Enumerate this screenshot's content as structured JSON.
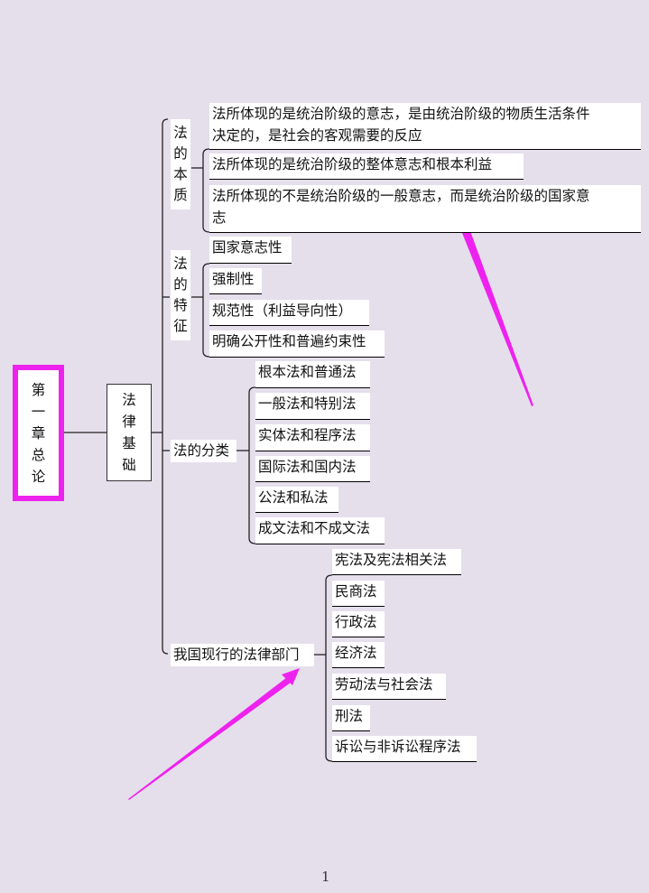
{
  "root": {
    "chars": [
      "第",
      "一",
      "章",
      "总",
      "论"
    ],
    "label": "第一章总论",
    "border_color": "#ee22ee"
  },
  "level1": {
    "chars": [
      "法",
      "律",
      "基",
      "础"
    ],
    "label": "法律基础"
  },
  "branches": {
    "essence": {
      "chars": [
        "法",
        "的",
        "本",
        "质"
      ],
      "items": [
        {
          "line1": "法所体现的是统治阶级的意志，是由统治阶级的物质生活条件",
          "line2": "决定的，是社会的客观需要的反应"
        },
        {
          "line1": "法所体现的是统治阶级的整体意志和根本利益"
        },
        {
          "line1": "法所体现的不是统治阶级的一般意志，而是统治阶级的国家意",
          "line2": "志"
        }
      ]
    },
    "features": {
      "chars": [
        "法",
        "的",
        "特",
        "征"
      ],
      "items": [
        "国家意志性",
        "强制性",
        "规范性（利益导向性）",
        "明确公开性和普遍约束性"
      ]
    },
    "classification": {
      "label": "法的分类",
      "items": [
        "根本法和普通法",
        "一般法和特别法",
        "实体法和程序法",
        "国际法和国内法",
        "公法和私法",
        "成文法和不成文法"
      ]
    },
    "departments": {
      "label": "我国现行的法律部门",
      "items": [
        "宪法及宪法相关法",
        "民商法",
        "行政法",
        "经济法",
        "劳动法与社会法",
        "刑法",
        "诉讼与非诉讼程序法"
      ]
    }
  },
  "annotations": {
    "arrow_color": "#ee22ee"
  },
  "footer": {
    "page_number": "1"
  }
}
